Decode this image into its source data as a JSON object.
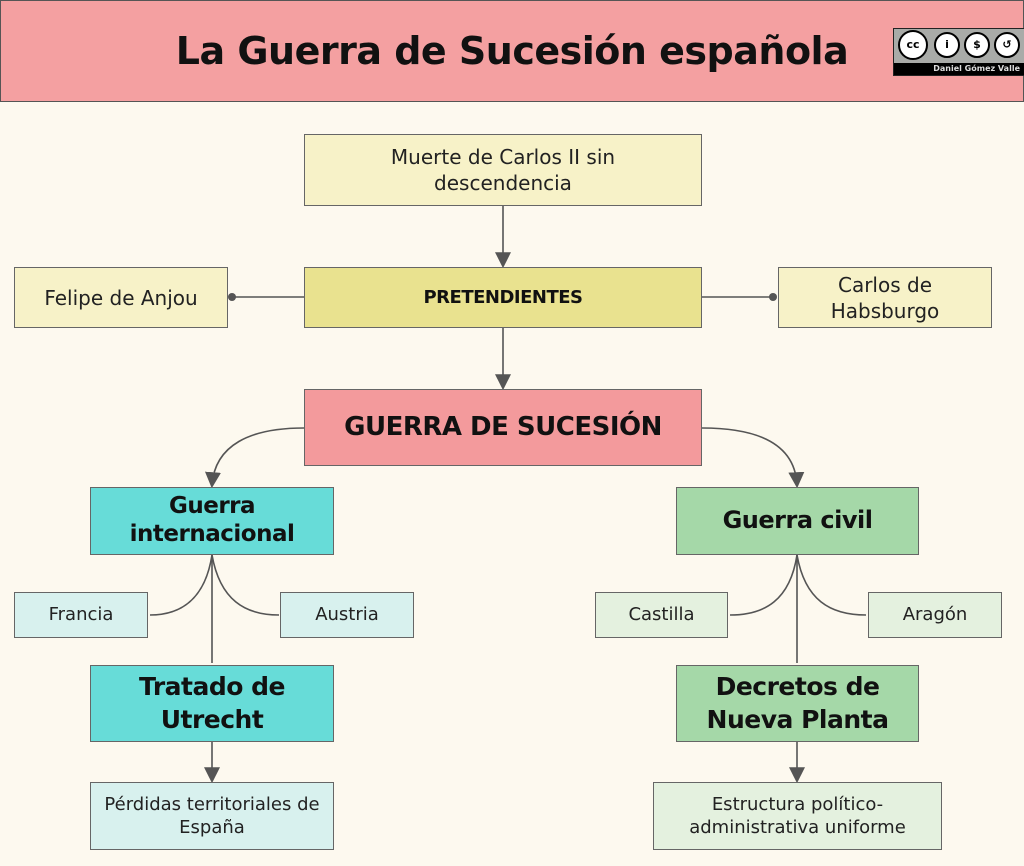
{
  "title": "La Guerra de Sucesión española",
  "license": {
    "author": "Daniel Gómez Valle",
    "icons": [
      "cc-icon",
      "by-icon",
      "nc-icon",
      "sa-icon"
    ]
  },
  "nodes": {
    "muerte": "Muerte de Carlos II sin descendencia",
    "pretendientes": "PRETENDIENTES",
    "felipe": "Felipe de Anjou",
    "carlos": "Carlos de Habsburgo",
    "guerra": "GUERRA DE SUCESIÓN",
    "internacional": "Guerra internacional",
    "civil": "Guerra civil",
    "francia": "Francia",
    "austria": "Austria",
    "castilla": "Castilla",
    "aragon": "Aragón",
    "utrecht": "Tratado de Utrecht",
    "decretos": "Decretos de Nueva Planta",
    "perdidas": "Pérdidas territoriales de España",
    "estructura": "Estructura político-administrativa uniforme"
  },
  "colors": {
    "header": "#f4a0a1",
    "yellow": "#f7f2c8",
    "yellowDark": "#e9e28f",
    "red": "#f39a9c",
    "teal": "#67dcd8",
    "tealLight": "#d8f1ee",
    "green": "#a5d8a8",
    "greenLight": "#e4f1df"
  }
}
